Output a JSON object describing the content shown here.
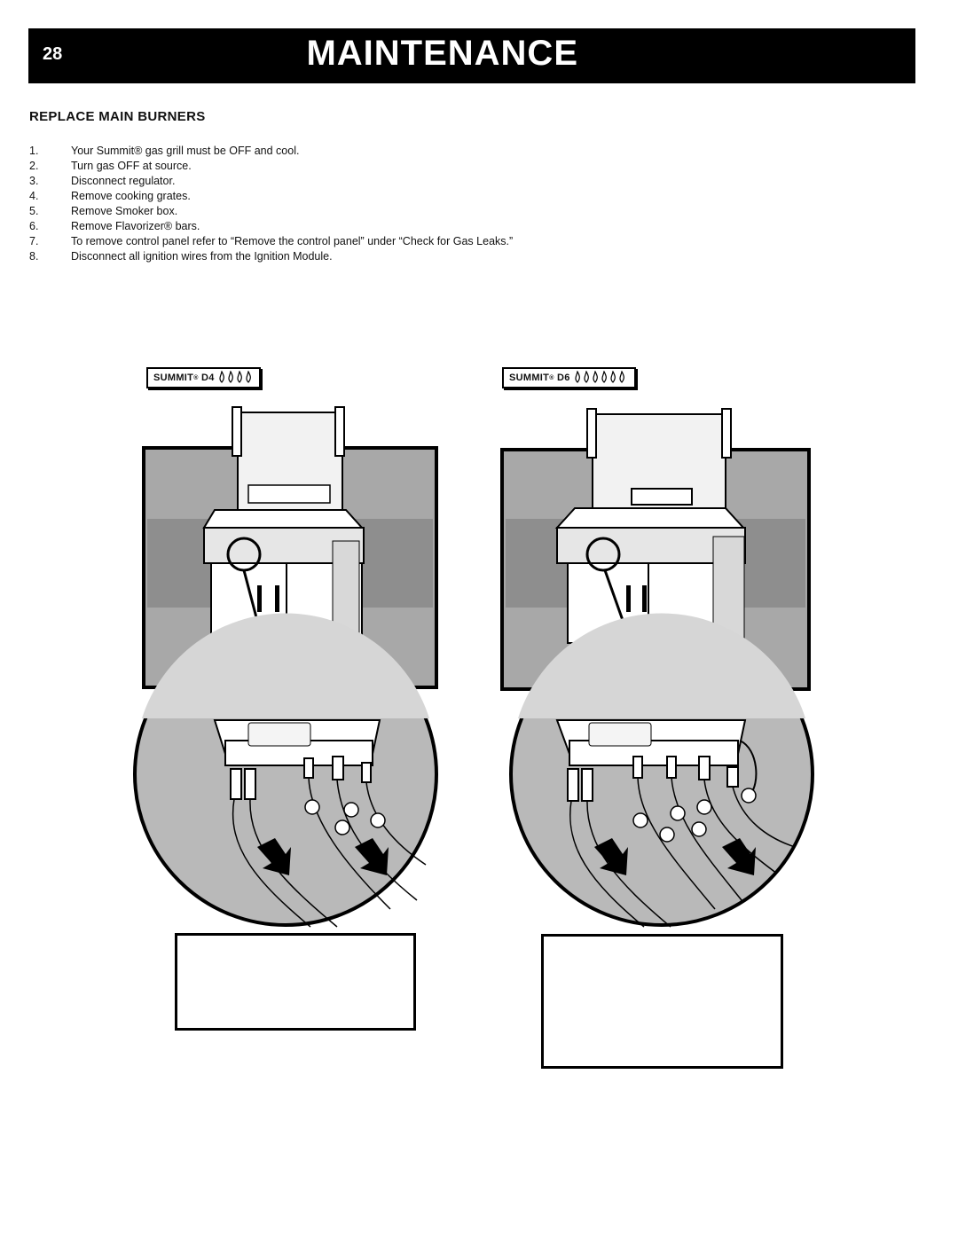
{
  "header": {
    "page_number": "28",
    "title": "MAINTENANCE"
  },
  "section": {
    "title": "REPLACE MAIN BURNERS"
  },
  "steps": [
    {
      "num": "1.",
      "text": "Your Summit® gas grill must be OFF and cool."
    },
    {
      "num": "2.",
      "text": "Turn gas OFF at source."
    },
    {
      "num": "3.",
      "text": "Disconnect regulator."
    },
    {
      "num": "4.",
      "text": "Remove cooking grates."
    },
    {
      "num": "5.",
      "text": "Remove Smoker box."
    },
    {
      "num": "6.",
      "text": "Remove Flavorizer® bars."
    },
    {
      "num": "7.",
      "text": "To remove control panel refer to “Remove the control panel” under “Check for Gas Leaks.”"
    },
    {
      "num": "8.",
      "text": "Disconnect all ignition wires from the Ignition Module."
    }
  ],
  "models": {
    "d4": {
      "brand": "SUMMIT",
      "reg": "®",
      "model": "D4",
      "burner_icons": "🔥🔥🔥🔥",
      "burner_count": 4
    },
    "d6": {
      "brand": "SUMMIT",
      "reg": "®",
      "model": "D6",
      "burner_icons": "🔥🔥🔥🔥🔥🔥",
      "burner_count": 6
    }
  },
  "icons": {
    "flame": "flame-icon",
    "arrow": "arrow-down-right-icon"
  },
  "colors": {
    "background": "#ffffff",
    "header_bg": "#000000",
    "header_text": "#ffffff",
    "illustration_gray": "#9a9a9a",
    "illustration_light": "#c8c8c8"
  }
}
